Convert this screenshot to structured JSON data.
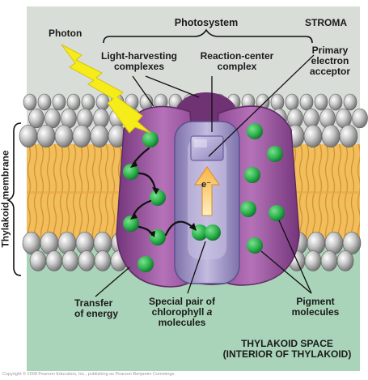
{
  "labels": {
    "photosystem": "Photosystem",
    "stroma": "STROMA",
    "photon": "Photon",
    "light_harvesting_1": "Light-harvesting",
    "light_harvesting_2": "complexes",
    "reaction_center_1": "Reaction-center",
    "reaction_center_2": "complex",
    "primary_acceptor_1": "Primary",
    "primary_acceptor_2": "electron",
    "primary_acceptor_3": "acceptor",
    "thylakoid_membrane": "Thylakoid membrane",
    "electron": "e⁻",
    "transfer_1": "Transfer",
    "transfer_2": "of energy",
    "special_pair_1": "Special pair of",
    "special_pair_2": "chlorophyll a",
    "special_pair_3": "molecules",
    "pigment_1": "Pigment",
    "pigment_2": "molecules",
    "thylakoid_space_1": "THYLAKOID SPACE",
    "thylakoid_space_2": "(INTERIOR OF THYLAKOID)",
    "copyright": "Copyright © 2008 Pearson Education, Inc., publishing as Pearson Benjamin Cummings."
  },
  "colors": {
    "stroma": "#d8ddd8",
    "thylakoid_space": "#a9d4b9",
    "lipid_tail": "#f2be5c",
    "lipid_head": "#b5b5b5",
    "protein": "#7b3c7e",
    "light_harvesting": "#a15aa4",
    "reaction_center": "#9a90c2",
    "pigment": "#2bb24c",
    "photon": "#f5ec1a",
    "arrow": "#e8922a"
  }
}
